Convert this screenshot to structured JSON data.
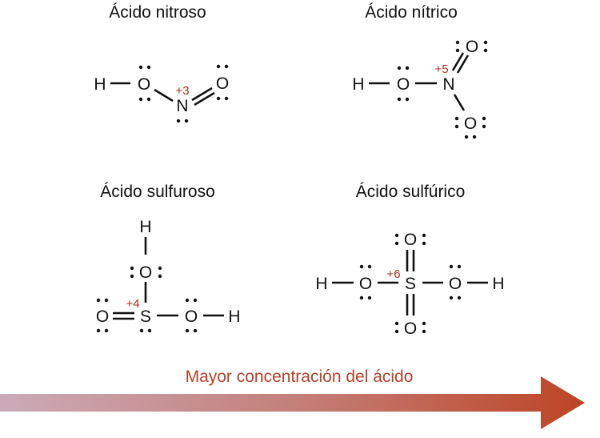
{
  "molecules": [
    {
      "name": "Ácido nitroso",
      "central_atom": "N",
      "oxidation_state": "+3",
      "atoms": [
        "H",
        "O",
        "N",
        "O"
      ]
    },
    {
      "name": "Ácido nítrico",
      "central_atom": "N",
      "oxidation_state": "+5",
      "atoms": [
        "H",
        "O",
        "N",
        "O",
        "O"
      ]
    },
    {
      "name": "Ácido sulfuroso",
      "central_atom": "S",
      "oxidation_state": "+4",
      "atoms": [
        "H",
        "O",
        "O",
        "S",
        "O",
        "H"
      ]
    },
    {
      "name": "Ácido sulfúrico",
      "central_atom": "S",
      "oxidation_state": "+6",
      "atoms": [
        "H",
        "O",
        "S",
        "O",
        "H",
        "O",
        "O"
      ]
    }
  ],
  "arrow": {
    "label": "Mayor concentración del ácido",
    "start_color": "#c9a5b4",
    "end_color": "#bd4424",
    "label_color": "#b5402a"
  },
  "colors": {
    "oxidation_state": "#a3321f",
    "text": "#111111"
  }
}
